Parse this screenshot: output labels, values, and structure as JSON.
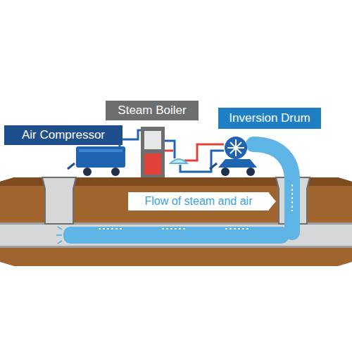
{
  "diagram": {
    "nodes": [
      {
        "text": [
          "Air Compressor"
        ]
      },
      {
        "text": [
          "Steam Boiler"
        ]
      },
      {
        "text": [
          "Inversion Drum"
        ]
      },
      {
        "text": [
          "Flow of steam and air"
        ]
      }
    ]
  }
}
